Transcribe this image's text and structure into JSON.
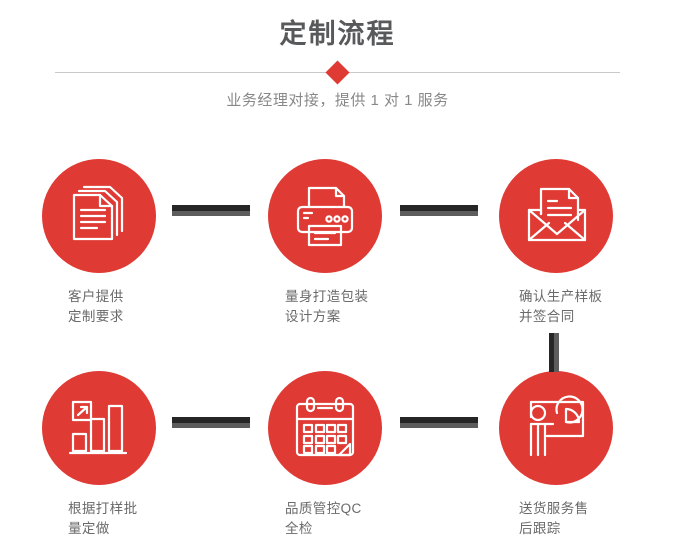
{
  "header": {
    "title": "定制流程",
    "subtitle": "业务经理对接，提供 1 对 1 服务",
    "divider_icon": "diamond-icon"
  },
  "colors": {
    "brand_red": "#e03a35",
    "title_gray": "#58595b",
    "subtitle_gray": "#888888",
    "label_gray": "#6a6a6a",
    "connector_dark": "#262626",
    "connector_light": "#5d5d5d",
    "divider_line": "#c9c9c9"
  },
  "flow": {
    "steps": [
      {
        "index": 1,
        "icon": "documents-stack-icon",
        "label": "客户提供\n定制要求"
      },
      {
        "index": 2,
        "icon": "printer-icon",
        "label": "量身打造包装\n设计方案"
      },
      {
        "index": 3,
        "icon": "envelope-letter-icon",
        "label": "确认生产样板\n并签合同"
      },
      {
        "index": 4,
        "icon": "bar-chart-growth-icon",
        "label": "根据打样批\n量定做"
      },
      {
        "index": 5,
        "icon": "calendar-check-icon",
        "label": "品质管控QC\n全检"
      },
      {
        "index": 6,
        "icon": "presenter-pie-chart-icon",
        "label": "送货服务售\n后跟踪"
      }
    ],
    "connectors": [
      {
        "name": "connector-step1-step2",
        "orientation": "horizontal"
      },
      {
        "name": "connector-step2-step3",
        "orientation": "horizontal"
      },
      {
        "name": "connector-step3-step6",
        "orientation": "vertical"
      },
      {
        "name": "connector-step4-step5",
        "orientation": "horizontal"
      },
      {
        "name": "connector-step5-step6",
        "orientation": "horizontal"
      }
    ]
  }
}
